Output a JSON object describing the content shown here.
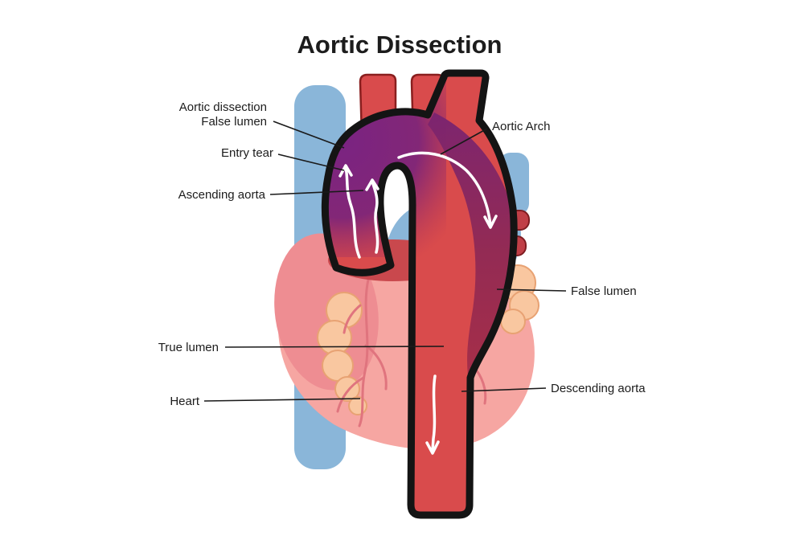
{
  "title": "Aortic Dissection",
  "labels": {
    "aortic_dissection_line1": "Aortic dissection",
    "aortic_dissection_line2": "False lumen",
    "entry_tear": "Entry tear",
    "ascending_aorta": "Ascending aorta",
    "aortic_arch": "Aortic Arch",
    "false_lumen_right": "False lumen",
    "true_lumen": "True lumen",
    "heart": "Heart",
    "descending_aorta": "Descending aorta"
  },
  "colors": {
    "aorta": "#d94b4c",
    "false_lumen_purple": "#7a2382",
    "heart_pink": "#f6a6a2",
    "atrium_pink": "#ee8d92",
    "vein_blue": "#8ab6d9",
    "appendage_peach": "#f9c7a0",
    "outline_black": "#141414",
    "flow_arrow": "#ffffff"
  }
}
